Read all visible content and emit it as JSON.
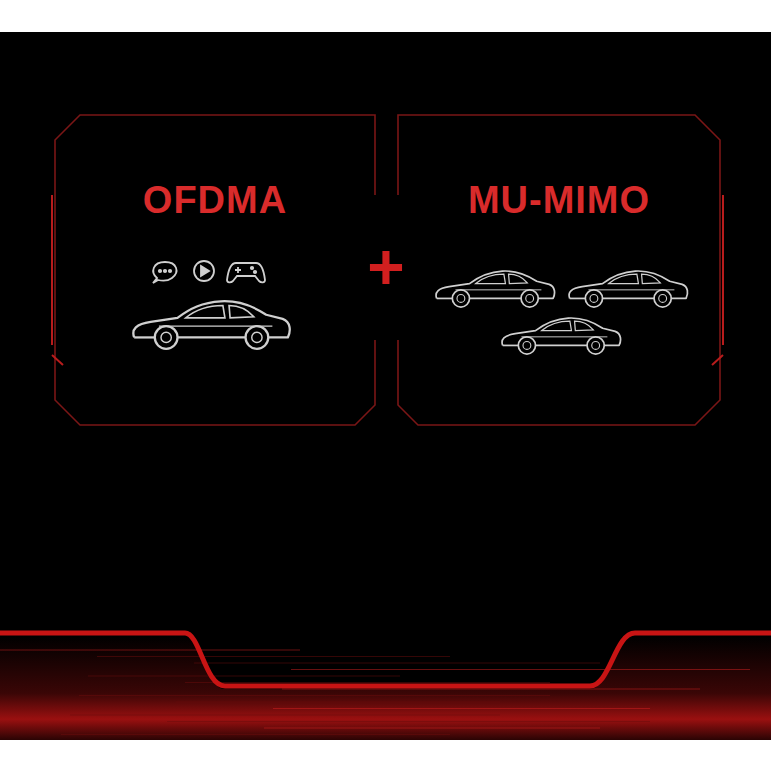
{
  "diagram": {
    "nodes": [
      {
        "text": [
          "OFDMA"
        ]
      },
      {
        "text": [
          "MU-MIMO"
        ]
      }
    ],
    "labels": [
      "+"
    ]
  }
}
